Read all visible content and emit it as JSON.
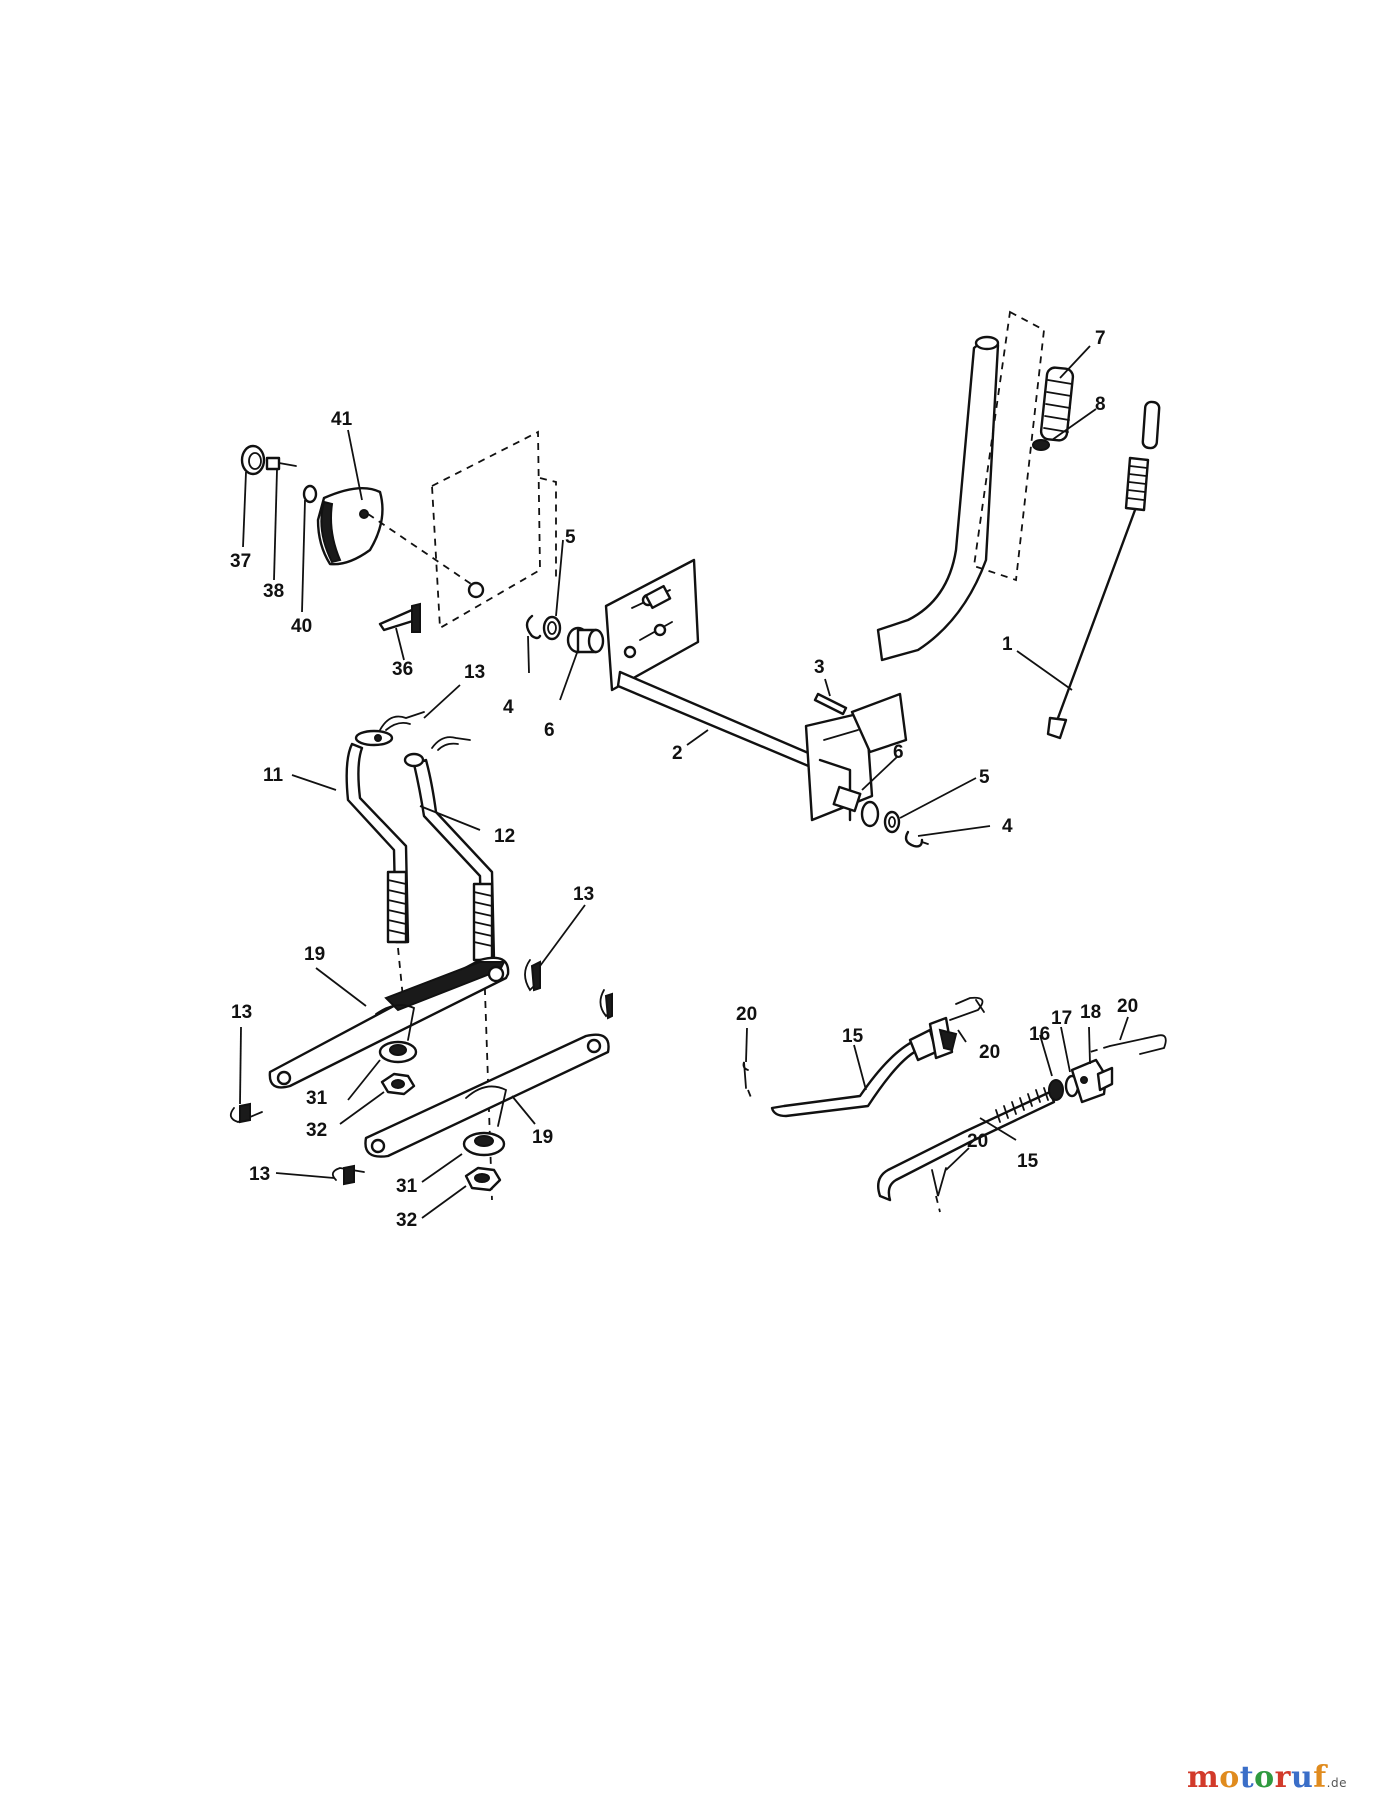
{
  "labels": {
    "l1": "1",
    "l2": "2",
    "l3": "3",
    "l4a": "4",
    "l4b": "4",
    "l5a": "5",
    "l5b": "5",
    "l6a": "6",
    "l6b": "6",
    "l7": "7",
    "l8": "8",
    "l11": "11",
    "l12": "12",
    "l13a": "13",
    "l13b": "13",
    "l13c": "13",
    "l13d": "13",
    "l15a": "15",
    "l15b": "15",
    "l16": "16",
    "l17": "17",
    "l18": "18",
    "l19a": "19",
    "l19b": "19",
    "l20a": "20",
    "l20b": "20",
    "l20c": "20",
    "l20d": "20",
    "l31a": "31",
    "l31b": "31",
    "l32a": "32",
    "l32b": "32",
    "l36": "36",
    "l37": "37",
    "l38": "38",
    "l40": "40",
    "l41": "41"
  },
  "watermark": {
    "m": "m",
    "o1": "o",
    "t": "t",
    "o2": "o",
    "r": "r",
    "u": "u",
    "f": "f",
    "tld": ".de"
  }
}
